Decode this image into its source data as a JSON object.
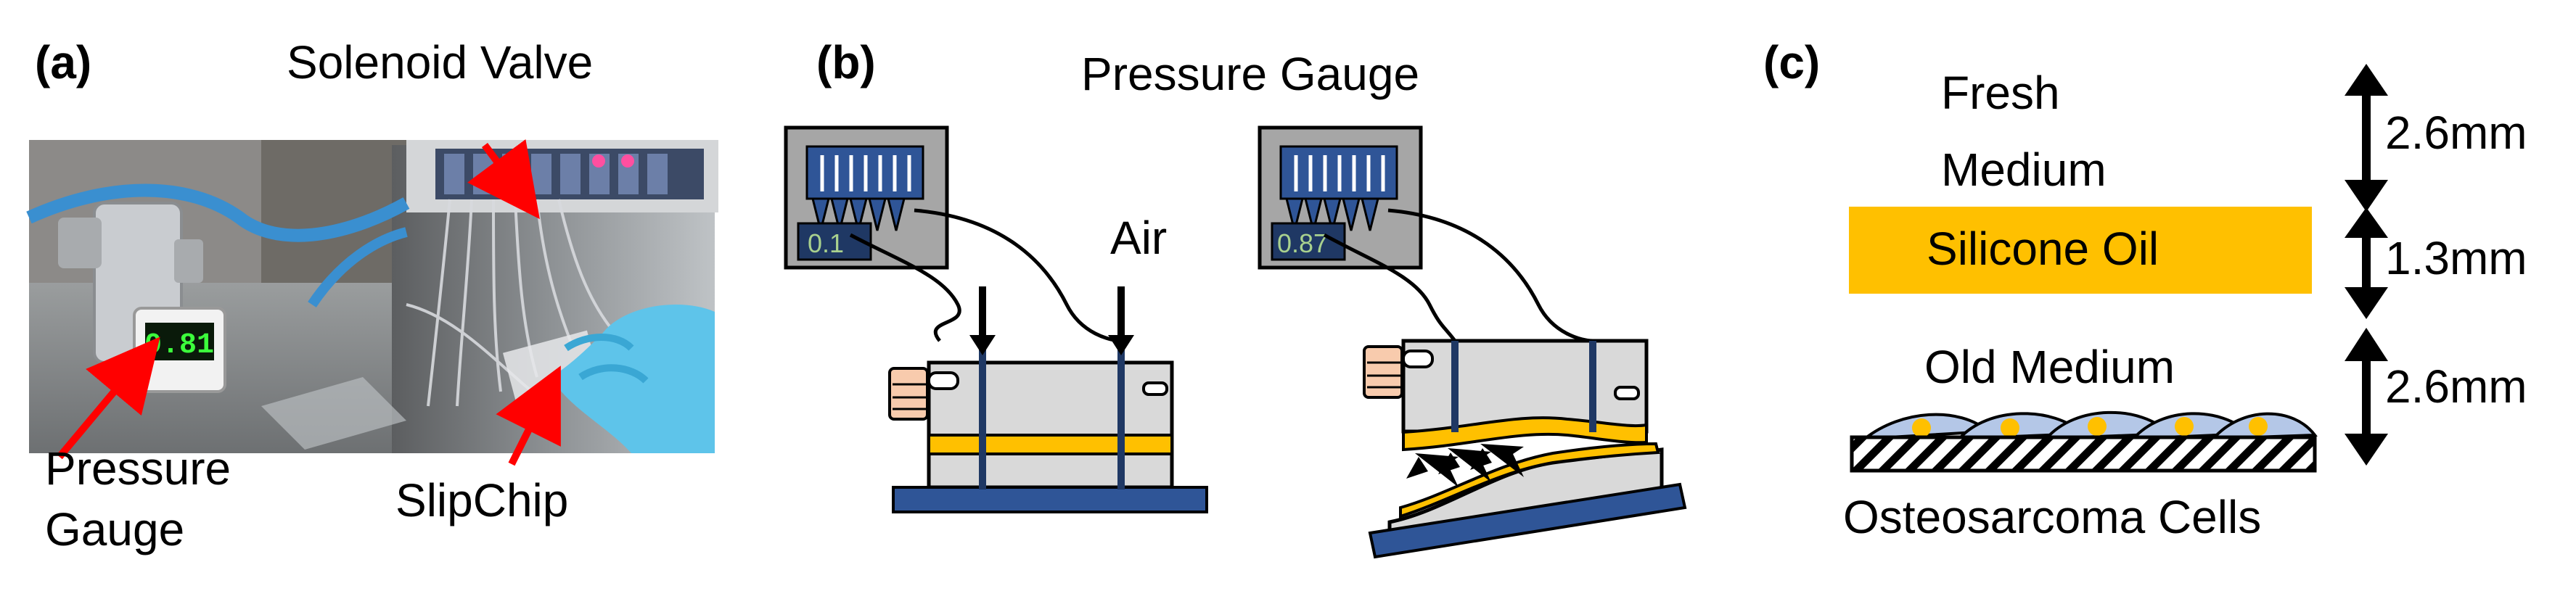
{
  "panel_a": {
    "letter": "(a)",
    "label_solenoid_valve": "Solenoid Valve",
    "label_pressure_gauge_line1": "Pressure",
    "label_pressure_gauge_line2": "Gauge",
    "label_slipchip": "SlipChip",
    "gauge_display_value": "0.81"
  },
  "panel_b": {
    "letter": "(b)",
    "title": "Pressure Gauge",
    "label_air": "Air",
    "gauge_left_value": "0.1",
    "gauge_right_value": "0.87"
  },
  "panel_c": {
    "letter": "(c)",
    "label_fresh_line1": "Fresh",
    "label_fresh_line2": "Medium",
    "label_silicone_oil": "Silicone Oil",
    "label_old_medium": "Old Medium",
    "label_cells": "Osteosarcoma Cells",
    "dim_top": "2.6mm",
    "dim_mid": "1.3mm",
    "dim_bottom": "2.6mm"
  },
  "colors": {
    "oil": "#FFC000",
    "gauge_body": "#A6A6A6",
    "gauge_screen": "#2F5597",
    "base_plate": "#2F5597",
    "chip_body": "#D9D9D9",
    "hand": "#F8CBAD",
    "arrow_red": "#FF0000",
    "cell_fill": "#B4C7E7",
    "nucleus": "#FFC000"
  }
}
